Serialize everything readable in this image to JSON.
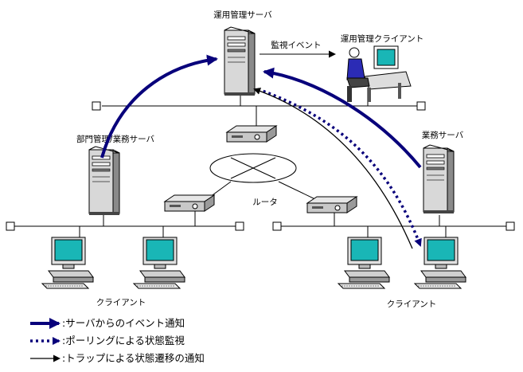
{
  "labels": {
    "ops_server": "運用管理サーバ",
    "monitor_event": "監視イベント",
    "ops_client": "運用管理クライアント",
    "dept_server": "部門管理/業務サーバ",
    "biz_server": "業務サーバ",
    "router": "ルータ",
    "clients_left": "クライアント",
    "clients_right": "クライアント"
  },
  "legend": [
    {
      "text": ":サーバからのイベント通知",
      "style": "thick-solid-navy"
    },
    {
      "text": ":ポーリングによる状態監視",
      "style": "dotted-navy"
    },
    {
      "text": ":トラップによる状態遷移の通知",
      "style": "thin-solid-black"
    }
  ],
  "colors": {
    "navy": "#08007b",
    "server_body": "#d8d8d8",
    "monitor_screen": "#19b6b6",
    "router_body": "#c8c8c8"
  }
}
